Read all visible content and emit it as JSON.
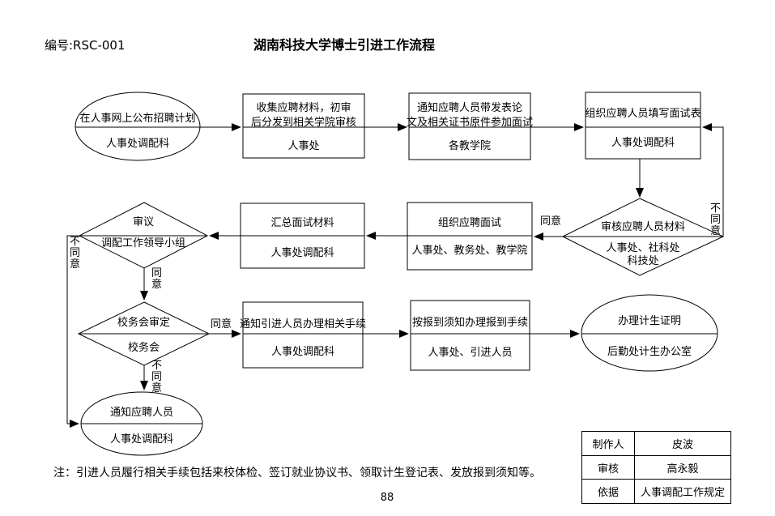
{
  "header": {
    "doc_number": "编号:RSC-001",
    "title": "湖南科技大学博士引进工作流程"
  },
  "flow": {
    "publish_plan": {
      "line1": "在人事网上公布招聘计划",
      "dept": "人事处调配科"
    },
    "collect": {
      "line1": "收集应聘材料，初审",
      "line2": "后分发到相关学院审核",
      "dept": "人事处"
    },
    "notify_exam": {
      "line1": "通知应聘人员带发表论",
      "line2": "文及相关证书原件参加面试",
      "dept": "各教学院"
    },
    "fill_form": {
      "line1": "组织应聘人员填写面试表",
      "dept": "人事处调配科"
    },
    "review": {
      "line1": "审议",
      "dept": "调配工作领导小组"
    },
    "summary": {
      "line1": "汇总面试材料",
      "dept": "人事处调配科"
    },
    "interview": {
      "line1": "组织应聘面试",
      "dept": "人事处、教务处、教学院"
    },
    "check_materials": {
      "line1": "审核应聘人员材料",
      "dept1": "人事处、社科处",
      "dept2": "科技处"
    },
    "council": {
      "line1": "校务会审定",
      "dept": "校务会"
    },
    "notify_procedure": {
      "line1": "通知引进人员办理相关手续",
      "dept": "人事处调配科"
    },
    "register": {
      "line1": "按报到须知办理报到手续",
      "dept": "人事处、引进人员"
    },
    "family_cert": {
      "line1": "办理计生证明",
      "dept": "后勤处计生办公室"
    },
    "notify_applicant": {
      "line1": "通知应聘人员",
      "dept": "人事处调配科"
    }
  },
  "labels": {
    "agree": "同意",
    "disagree": "不同意"
  },
  "note": "注：引进人员履行相关手续包括来校体检、签订就业协议书、领取计生登记表、发放报到须知等。",
  "page_number": "88",
  "info_table": {
    "rows": [
      {
        "label": "制作人",
        "value": "皮波"
      },
      {
        "label": "审核",
        "value": "高永毅"
      },
      {
        "label": "依据",
        "value": "人事调配工作规定"
      }
    ]
  },
  "colors": {
    "line": "#000000",
    "background": "#ffffff"
  }
}
